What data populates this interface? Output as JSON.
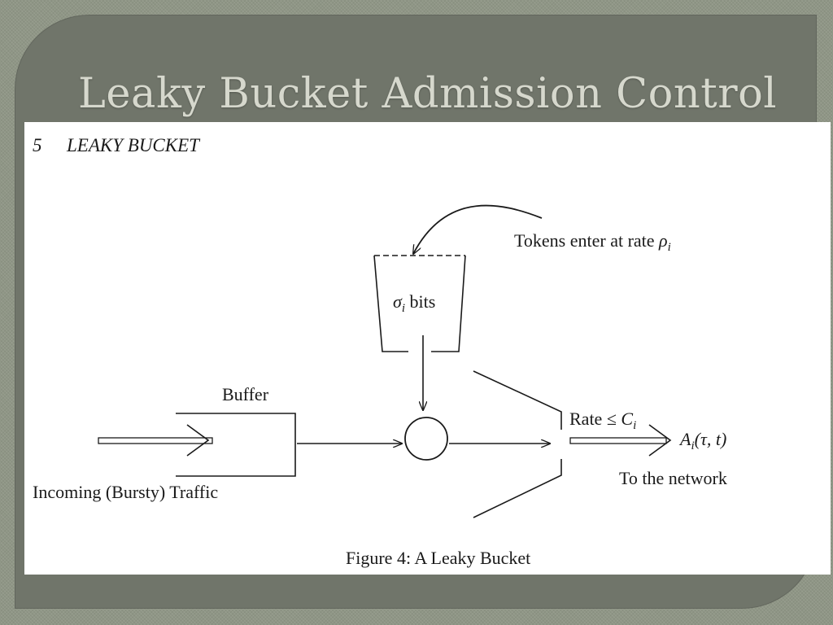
{
  "slide": {
    "title": "Leaky Bucket Admission Control"
  },
  "figure": {
    "section_number": "5",
    "section_title": "LEAKY BUCKET",
    "tokens_label_prefix": "Tokens enter at rate ",
    "tokens_symbol": "ρ",
    "tokens_subscript": "i",
    "bucket_symbol": "σ",
    "bucket_subscript": "i",
    "bucket_label_suffix": " bits",
    "buffer_label": "Buffer",
    "incoming_label": "Incoming (Bursty) Traffic",
    "rate_label_prefix": "Rate ≤ ",
    "rate_symbol": "C",
    "rate_subscript": "i",
    "output_symbol": "A",
    "output_subscript": "i",
    "output_args": "(τ, t)",
    "network_label": "To the network",
    "caption": "Figure 4:  A Leaky Bucket"
  }
}
